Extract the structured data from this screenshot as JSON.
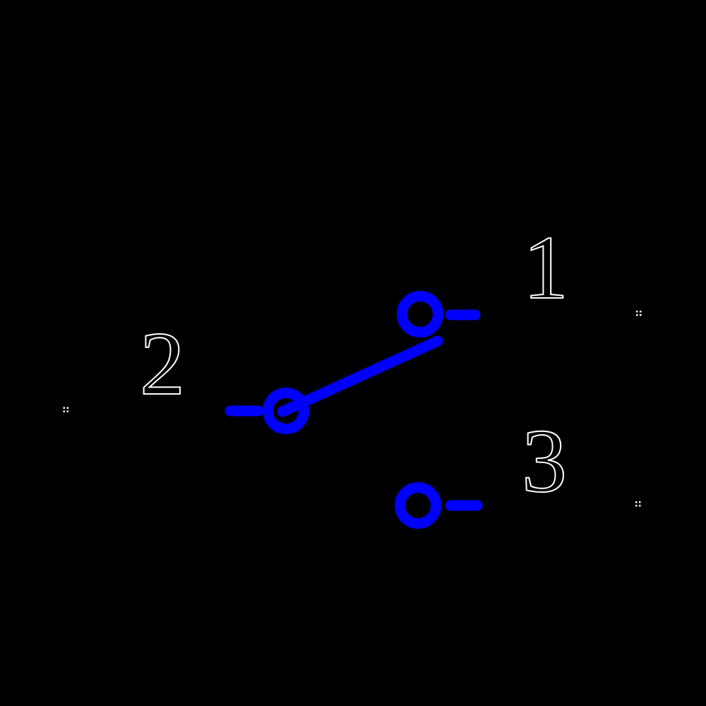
{
  "canvas": {
    "background": "#000000"
  },
  "colors": {
    "symbol": "#0000ff",
    "label_fill": "#000000",
    "label_outline": "#ffffff",
    "marker": "#ffffff"
  },
  "pins": [
    {
      "label": "1"
    },
    {
      "label": "2"
    },
    {
      "label": "3"
    }
  ],
  "markers": [
    {
      "icon": "connection-dots-icon"
    },
    {
      "icon": "connection-dots-icon"
    },
    {
      "icon": "connection-dots-icon"
    }
  ]
}
